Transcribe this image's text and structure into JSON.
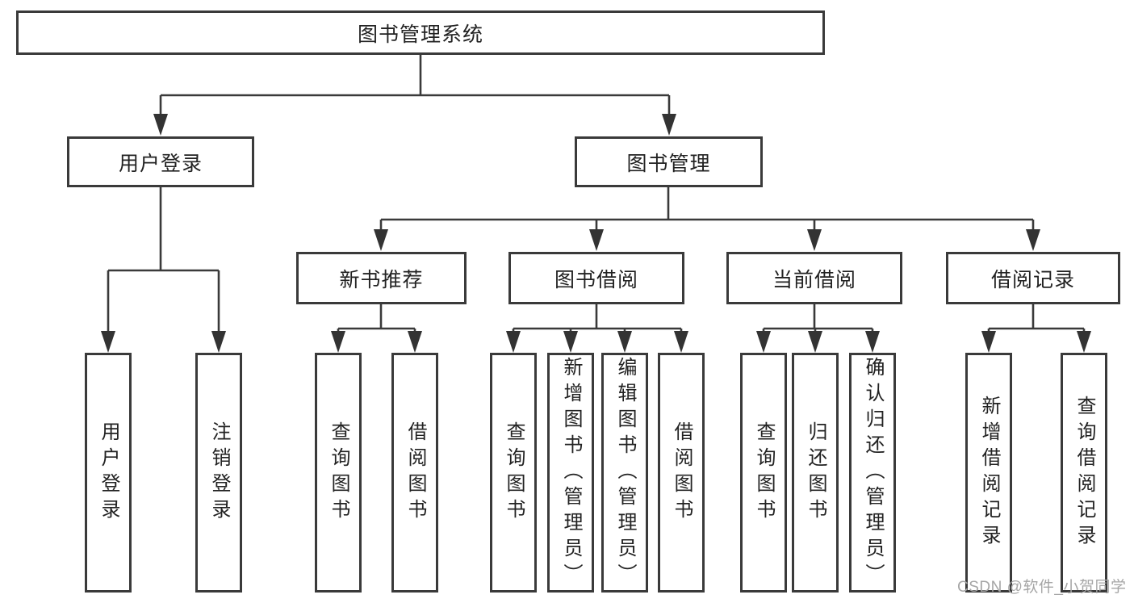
{
  "diagram_title": "图书管理系统",
  "colors": {
    "line": "#3a3a3a",
    "box_border": "#3a3a3a",
    "text": "#222222",
    "background": "#ffffff",
    "watermark": "#a6a6a6"
  },
  "nodes": {
    "root": {
      "label": "图书管理系统"
    },
    "user_login": {
      "label": "用户登录"
    },
    "book_mgmt": {
      "label": "图书管理"
    },
    "new_book_rec": {
      "label": "新书推荐"
    },
    "book_borrow": {
      "label": "图书借阅"
    },
    "current_borrow": {
      "label": "当前借阅"
    },
    "borrow_records": {
      "label": "借阅记录"
    },
    "leaf_user_login": {
      "label": "用户登录"
    },
    "leaf_logout": {
      "label": "注销登录"
    },
    "rec_query_books": {
      "label": "查询图书"
    },
    "rec_borrow_books": {
      "label": "借阅图书"
    },
    "bor_query_books": {
      "label": "查询图书"
    },
    "bor_add_books": {
      "label": "新增图书（管理员）"
    },
    "bor_edit_books": {
      "label": "编辑图书（管理员）"
    },
    "bor_borrow_books": {
      "label": "借阅图书"
    },
    "cur_query_books": {
      "label": "查询图书"
    },
    "cur_return_books": {
      "label": "归还图书"
    },
    "cur_confirm_return": {
      "label": "确认归还（管理员）"
    },
    "recd_add_record": {
      "label": "新增借阅记录"
    },
    "recd_query_record": {
      "label": "查询借阅记录"
    }
  },
  "watermark": {
    "text": "CSDN @软件_小贺同学"
  }
}
